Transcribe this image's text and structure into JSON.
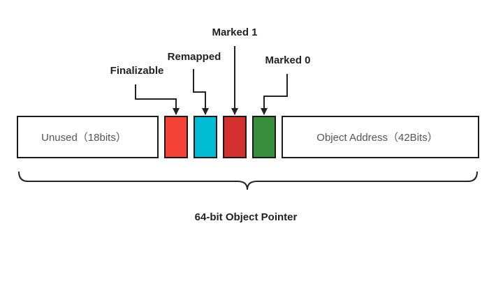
{
  "segments": {
    "unused": {
      "label": "Unused（18bits）"
    },
    "object_address": {
      "label": "Object Address（42Bits）"
    }
  },
  "flags": {
    "finalizable": {
      "label": "Finalizable",
      "color": "#f44336"
    },
    "remapped": {
      "label": "Remapped",
      "color": "#00bcd4"
    },
    "marked1": {
      "label": "Marked 1",
      "color": "#d32f2f"
    },
    "marked0": {
      "label": "Marked 0",
      "color": "#388e3c"
    }
  },
  "caption": "64-bit Object Pointer"
}
